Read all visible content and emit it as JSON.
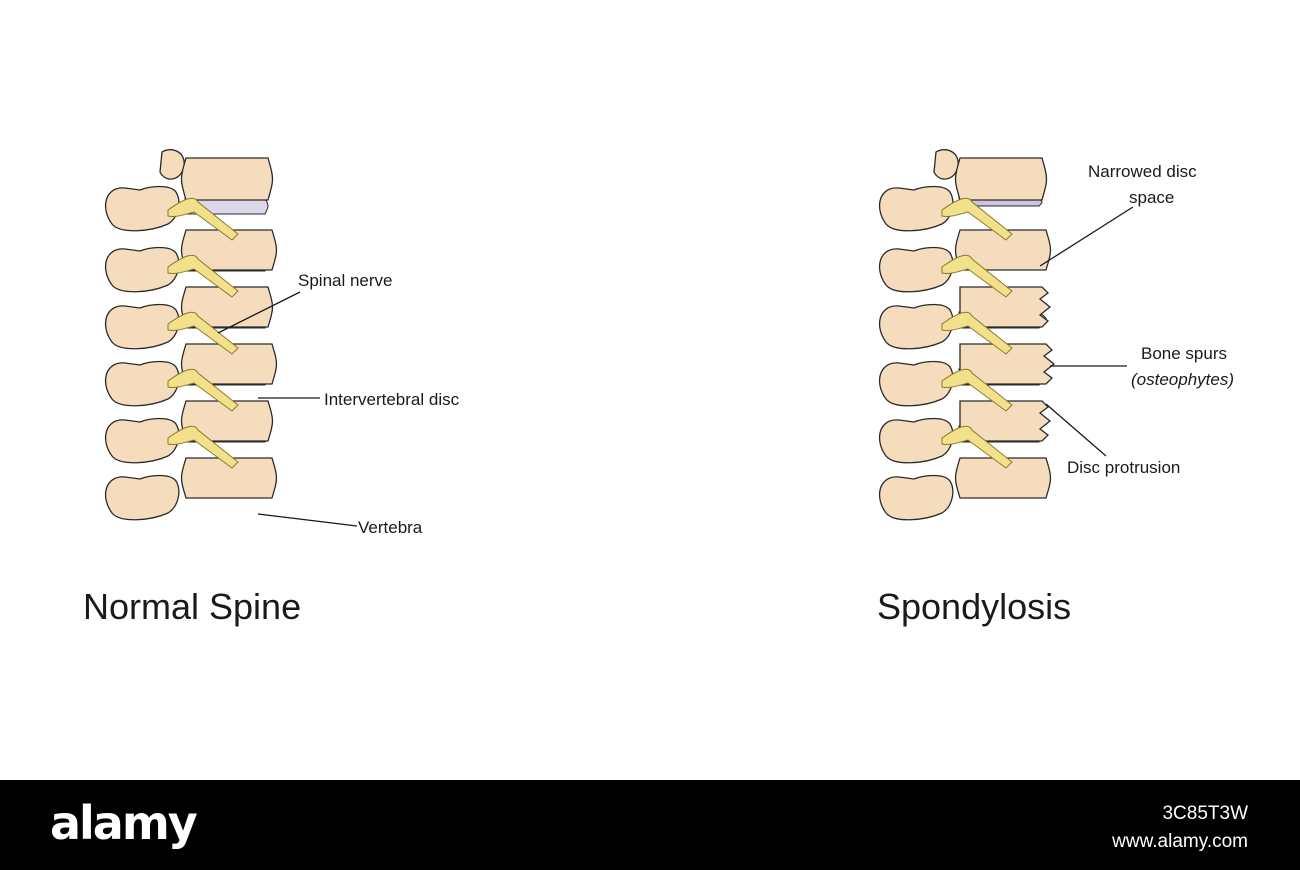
{
  "colors": {
    "bone": "#f5dcbd",
    "bone_stroke": "#2a2a2a",
    "disc_normal": "#dcd8ea",
    "disc_degenerate": "#c9c4e0",
    "nerve": "#f2e08a",
    "nerve_stroke": "#8a7a2a"
  },
  "normal": {
    "title": "Normal Spine",
    "labels": {
      "spinal_nerve": "Spinal nerve",
      "intervertebral_disc": "Intervertebral disc",
      "vertebra": "Vertebra"
    }
  },
  "spondylosis": {
    "title": "Spondylosis",
    "labels": {
      "narrowed_1": "Narrowed disc",
      "narrowed_2": "space",
      "bone_spurs": "Bone spurs",
      "osteophytes": "(osteophytes)",
      "disc_protrusion": "Disc protrusion"
    }
  },
  "watermark": {
    "brand": "alamy",
    "image_id": "3C85T3W",
    "site": "www.alamy.com"
  }
}
